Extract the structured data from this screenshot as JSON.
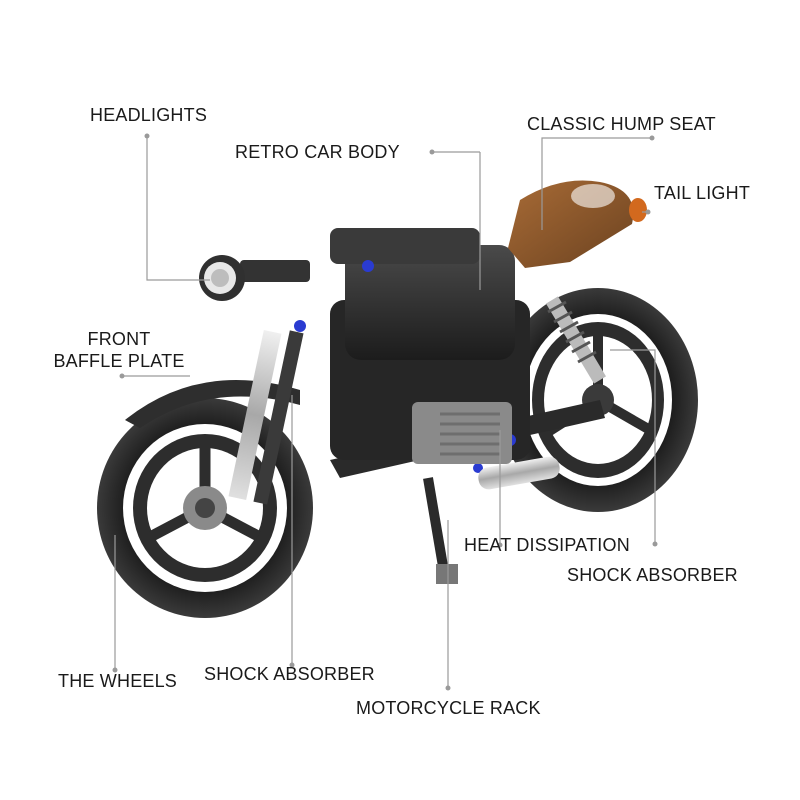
{
  "labels": {
    "headlights": "HEADLIGHTS",
    "retro_car_body": "RETRO CAR BODY",
    "classic_hump_seat": "CLASSIC HUMP SEAT",
    "tail_light": "TAIL LIGHT",
    "front_baffle_plate_line1": "FRONT",
    "front_baffle_plate_line2": "BAFFLE PLATE",
    "heat_dissipation": "HEAT DISSIPATION",
    "shock_absorber_rear": "SHOCK ABSORBER",
    "the_wheels": "THE WHEELS",
    "shock_absorber_front": "SHOCK ABSORBER",
    "motorcycle_rack": "MOTORCYCLE RACK"
  },
  "colors": {
    "background": "#ffffff",
    "label_text": "#1a1a1a",
    "leader_line": "#9a9a9a",
    "bike_body": "#2b2b2b",
    "tire": "#222222",
    "seat": "#8b5a2b",
    "chrome": "#c8c8c8",
    "accent_blue": "#2a3bd1",
    "tail_light": "#d2691e"
  }
}
